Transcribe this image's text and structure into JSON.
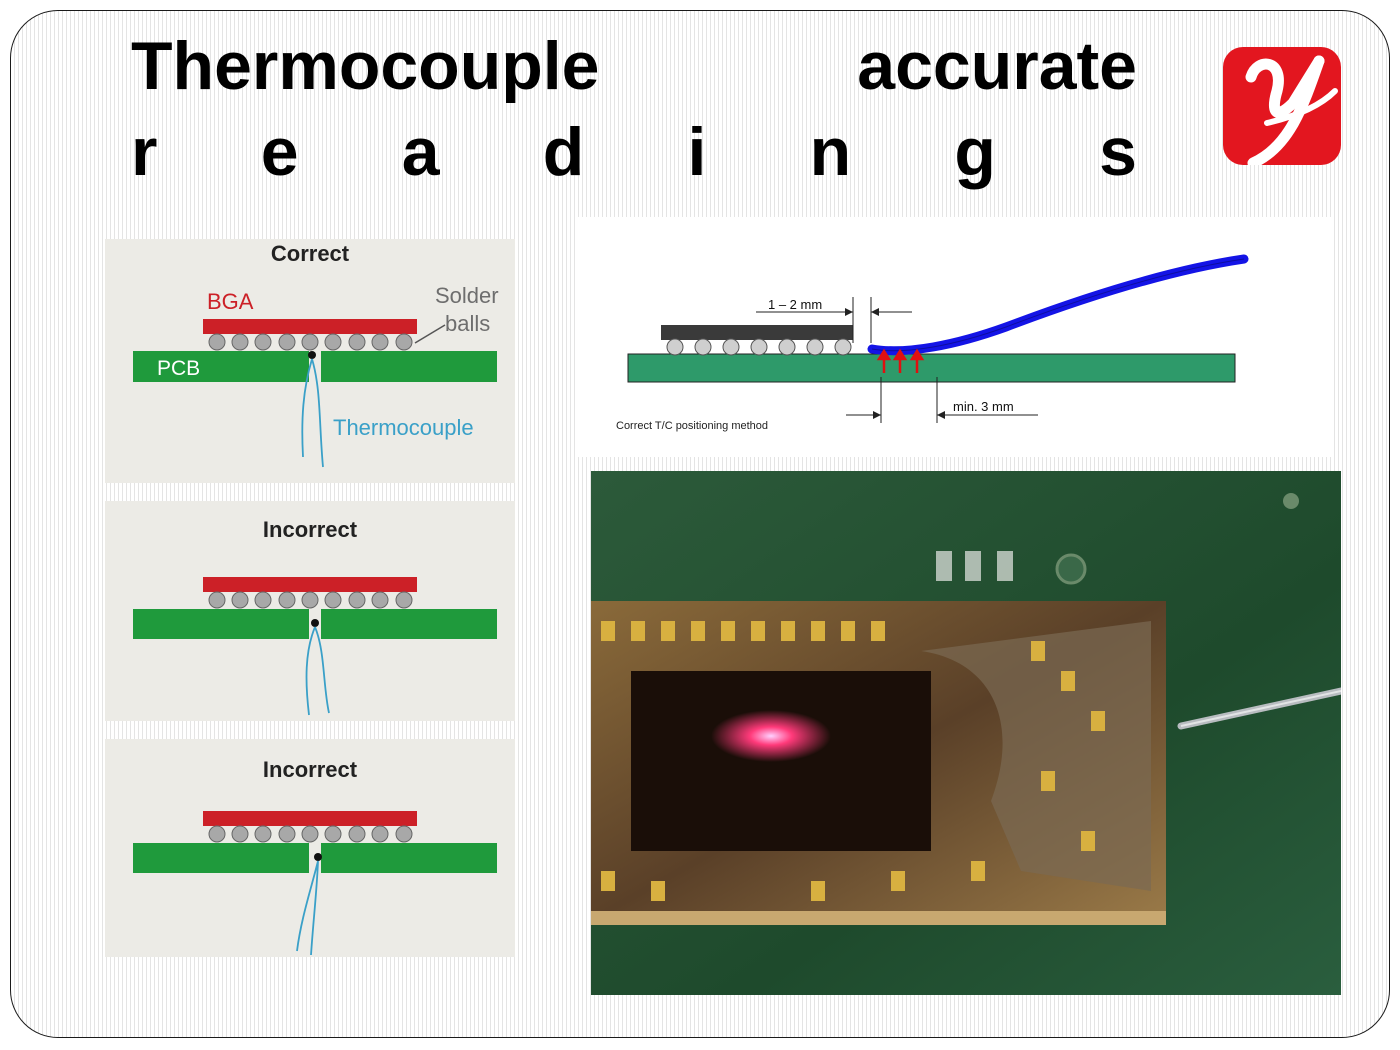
{
  "slide": {
    "title_line1": "Thermocouple accurate",
    "title_line2": "r e a d i n g s",
    "logo_icon": "brand-logo-y-icon",
    "accent_color": "#e3161f"
  },
  "left_diagram": {
    "correct": {
      "heading": "Correct",
      "bga_label": "BGA",
      "solder_label_1": "Solder",
      "solder_label_2": "balls",
      "pcb_label": "PCB",
      "thermocouple_label": "Thermocouple"
    },
    "incorrect_1": {
      "heading": "Incorrect"
    },
    "incorrect_2": {
      "heading": "Incorrect"
    },
    "colors": {
      "bga": "#cc2027",
      "pcb": "#1f9a3c",
      "wire": "#3aa0c8",
      "solder": "#9a9a9a"
    }
  },
  "right_diagram": {
    "dim_1": "1 – 2 mm",
    "dim_2": "min. 3 mm",
    "caption": "Correct T/C positioning method",
    "colors": {
      "pcb": "#2e9a6a",
      "wire": "#1414e6",
      "arrows": "#e01010",
      "chip": "#3a3a3a"
    }
  },
  "photo": {
    "icon": "pcb-photo-image"
  }
}
